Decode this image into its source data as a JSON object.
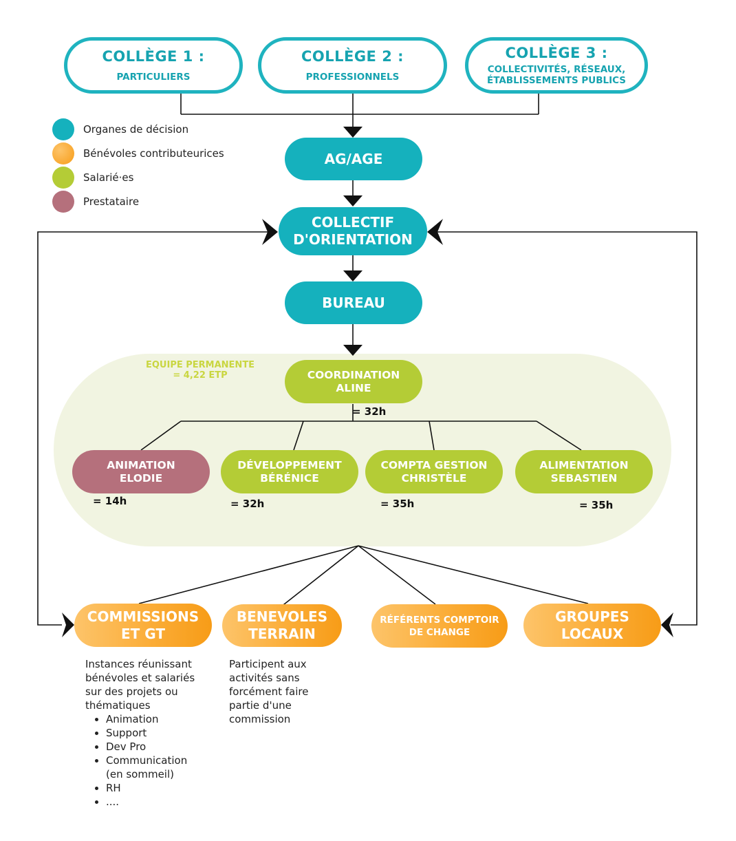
{
  "colleges": [
    {
      "title": "COLLÈGE 1 :",
      "subtitle": "PARTICULIERS"
    },
    {
      "title": "COLLÈGE 2 :",
      "subtitle": "PROFESSIONNELS"
    },
    {
      "title": "COLLÈGE 3 :",
      "subtitle_line1": "COLLECTIVITÉS, RÉSEAUX,",
      "subtitle_line2": "ÉTABLISSEMENTS PUBLICS"
    }
  ],
  "legend": [
    {
      "label": "Organes de décision",
      "color": "#15b1bd"
    },
    {
      "label": "Bénévoles contributeurices",
      "color": "#f9a831"
    },
    {
      "label": "Salarié·es",
      "color": "#b4cc36"
    },
    {
      "label": "Prestataire",
      "color": "#b5707c"
    }
  ],
  "governance": {
    "ag": "AG/AGE",
    "collectif_line1": "COLLECTIF",
    "collectif_line2": "D'ORIENTATION",
    "bureau": "BUREAU"
  },
  "equipe": {
    "label_line1": "EQUIPE PERMANENTE",
    "label_line2": "= 4,22 ETP",
    "coordination_line1": "COORDINATION",
    "coordination_line2": "ALINE",
    "coordination_hours": "= 32h",
    "members": [
      {
        "line1": "ANIMATION",
        "line2": "ELODIE",
        "hours": "= 14h"
      },
      {
        "line1": "DÉVELOPPEMENT",
        "line2": "BÉRÉNICE",
        "hours": "= 32h"
      },
      {
        "line1": "COMPTA GESTION",
        "line2": "CHRISTÈLE",
        "hours": "= 35h"
      },
      {
        "line1": "ALIMENTATION",
        "line2": "SEBASTIEN",
        "hours": "= 35h"
      }
    ]
  },
  "volunteers": [
    {
      "line1": "COMMISSIONS",
      "line2": "ET GT"
    },
    {
      "line1": "BENEVOLES",
      "line2": "TERRAIN"
    },
    {
      "line1": "RÉFÉRENTS COMPTOIR",
      "line2": "DE CHANGE"
    },
    {
      "line1": "GROUPES",
      "line2": "LOCAUX"
    }
  ],
  "descriptions": {
    "commissions_lines": [
      "Instances réunissant",
      "bénévoles et salariés",
      "sur des projets ou",
      "thématiques"
    ],
    "commissions_items": [
      "Animation",
      "Support",
      "Dev Pro",
      "Communication",
      "(en sommeil)",
      "RH",
      "...."
    ],
    "benevoles_lines": [
      "Participent aux",
      "activités sans",
      "forcément faire",
      "partie d'une",
      "commission"
    ]
  },
  "colors": {
    "teal": "#15b1bd",
    "green": "#b4cc36",
    "mauve": "#b5707c",
    "orange": "#f9a831",
    "team_background": "#f1f4e1"
  }
}
